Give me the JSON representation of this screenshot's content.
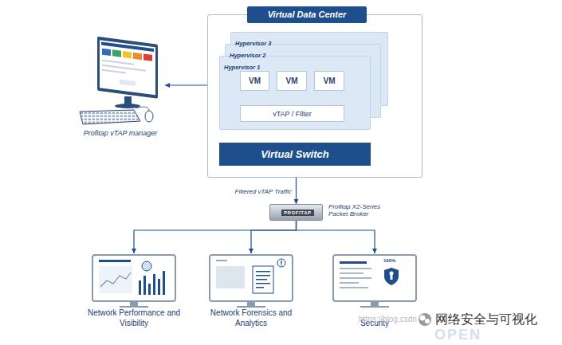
{
  "diagram": {
    "nodes": [
      {
        "text": [
          "Virtual Data Center"
        ]
      },
      {
        "text": [
          "Hypervisor 3"
        ],
        "in": 0
      },
      {
        "text": [
          "Hypervisor 2"
        ],
        "in": 0
      },
      {
        "text": [
          "Hypervisor 1"
        ],
        "in": 0
      },
      {
        "text": [
          "VM"
        ],
        "in": 3
      },
      {
        "text": [
          "VM"
        ],
        "in": 3
      },
      {
        "text": [
          "VM"
        ],
        "in": 3
      },
      {
        "text": [
          "vTAP / Filter"
        ],
        "in": 3
      },
      {
        "text": [
          "Virtual Switch"
        ],
        "in": 0
      },
      {
        "text": [
          "Profitap vTAP manager"
        ]
      },
      {
        "text": [
          "PROFITAP",
          "Profitap X2-Series Packet Broker"
        ]
      },
      {
        "text": [
          "Network Performance and Visibility"
        ]
      },
      {
        "text": [
          "Network Forensics and Analytics"
        ]
      },
      {
        "text": [
          "Security"
        ]
      }
    ],
    "edges": [
      {
        "from": 4,
        "to": 7,
        "arrow": "both"
      },
      {
        "from": 5,
        "to": 7,
        "arrow": "both"
      },
      {
        "from": 6,
        "to": 7,
        "arrow": "both"
      },
      {
        "from": 7,
        "to": 8,
        "arrow": "both"
      },
      {
        "from": 7,
        "to": 8,
        "arrow": "both"
      },
      {
        "from": 7,
        "to": 8,
        "arrow": "both"
      },
      {
        "from": 0,
        "to": 9,
        "arrow": "to"
      },
      {
        "from": 8,
        "to": 10,
        "label": "Filtered vTAP Traffic",
        "arrow": "to"
      },
      {
        "from": 10,
        "to": 11,
        "arrow": "to"
      },
      {
        "from": 10,
        "to": 12,
        "arrow": "to"
      },
      {
        "from": 10,
        "to": 13,
        "arrow": "to"
      }
    ],
    "labels": [
      "100%",
      "https://blog.csdn",
      "网络安全与可视化",
      "OPEN"
    ]
  }
}
